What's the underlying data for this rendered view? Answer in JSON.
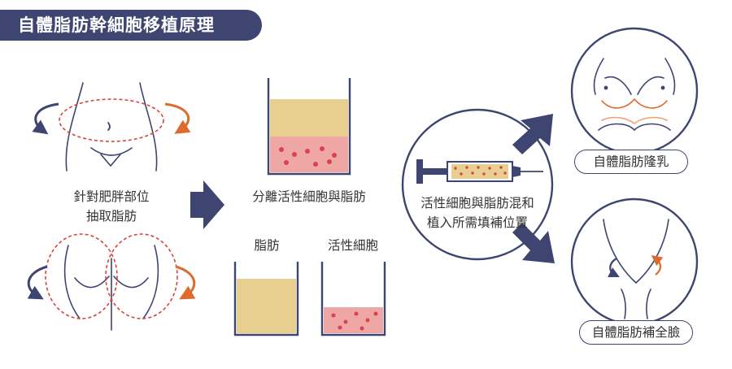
{
  "title": "自體脂肪幹細胞移植原理",
  "steps": {
    "extract": {
      "line1": "針對肥胖部位",
      "line2": "抽取脂肪"
    },
    "separate": "分離活性細胞與脂肪",
    "fat_label": "脂肪",
    "cells_label": "活性細胞",
    "mix": {
      "line1": "活性細胞與脂肪混和",
      "line2": "植入所需填補位置"
    },
    "outcomes": {
      "breast": "自體脂肪隆乳",
      "face": "自體脂肪補全臉"
    }
  },
  "colors": {
    "navy": "#3d4570",
    "fat": "#e9cf8f",
    "cells": "#eea7a4",
    "dot": "#d9434e",
    "arrow_orange": "#de6a2e",
    "dash_red": "#d9433b"
  }
}
